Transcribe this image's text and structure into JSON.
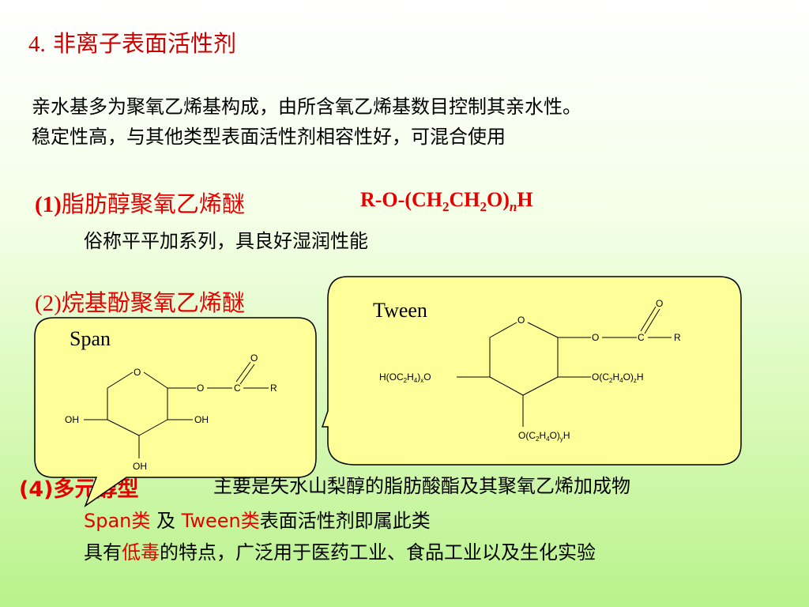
{
  "title": {
    "num": "4.",
    "text": "非离子表面活性剂"
  },
  "intro": {
    "line1": "亲水基多为聚氧乙烯基构成，由所含氧乙烯基数目控制其亲水性。",
    "line2": "稳定性高，与其他类型表面活性剂相容性好，可混合使用"
  },
  "section1": {
    "num": "(1)",
    "name": "脂肪醇聚氧乙烯醚",
    "formula": {
      "p1": "R-O-(CH",
      "s1": "2",
      "p2": "CH",
      "s2": "2",
      "p3": "O)",
      "n": "n",
      "p4": "H"
    },
    "desc": "俗称平平加系列，具良好湿润性能"
  },
  "section2": {
    "num": "(2)",
    "name": "烷基酚聚氧乙烯醚"
  },
  "section4": {
    "num": "(4)",
    "name": "多元醇型",
    "desc": "主要是失水山梨醇的脂肪酸酯及其聚氧乙烯加成物",
    "line2": {
      "span": "Span类",
      "mid": " 及 ",
      "tween": "Tween类",
      "rest": "表面活性剂即属此类"
    },
    "line3": {
      "a": "具有",
      "b": "低毒",
      "c": "的特点，广泛用于医药工业、食品工业以及生化实验"
    }
  },
  "callout_span": {
    "label": "Span",
    "atoms": {
      "o_ring": "O",
      "o_ester": "O",
      "c": "C",
      "r": "R",
      "o_carbonyl": "O",
      "oh_left": "OH",
      "oh_right": "OH",
      "oh_bottom": "OH"
    }
  },
  "callout_tween": {
    "label": "Tween",
    "atoms": {
      "o_ring": "O",
      "o_ester": "O",
      "c": "C",
      "r": "R",
      "o_carbonyl": "O"
    },
    "left_group": {
      "a": "H(OC",
      "s1": "2",
      "b": "H",
      "s2": "4",
      "c": ")",
      "x": "x",
      "d": "O"
    },
    "right_group": {
      "a": "O(C",
      "s1": "2",
      "b": "H",
      "s2": "4",
      "c": "O)",
      "z": "z",
      "d": "H"
    },
    "bottom_group": {
      "a": "O(C",
      "s1": "2",
      "b": "H",
      "s2": "4",
      "c": "O)",
      "y": "y",
      "d": "H"
    }
  },
  "colors": {
    "accent": "#e60000",
    "callout_fill": "#ffff99"
  }
}
